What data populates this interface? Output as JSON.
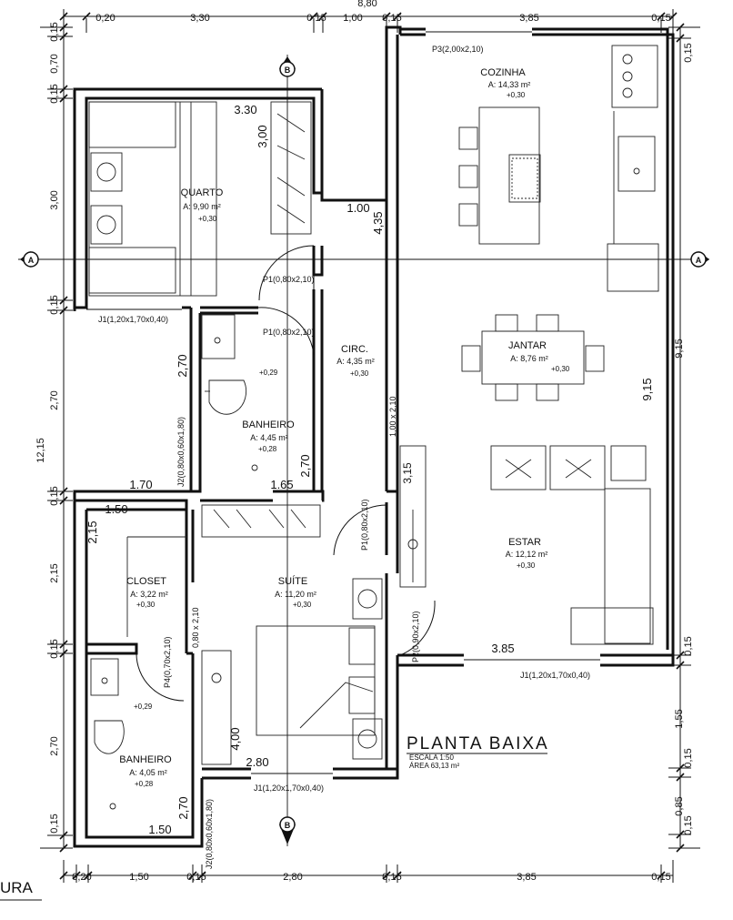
{
  "overall": {
    "top": "8,80",
    "left": "12,15"
  },
  "top_dims": [
    "0,20",
    "3,30",
    "0,15",
    "1,00",
    "0,15",
    "3,85",
    "0,15"
  ],
  "bottom_dims": [
    "0,20",
    "1,50",
    "0,15",
    "2,80",
    "0,15",
    "3,85",
    "0,15"
  ],
  "left_dims": [
    "0,15",
    "0,70",
    "0,15",
    "3,00",
    "0,15",
    "2,70",
    "0,15",
    "2,15",
    "0,15",
    "2,70",
    "0,15"
  ],
  "right_dims": [
    "0,15",
    "9,15",
    "0,15",
    "1,55",
    "0,15",
    "0,85",
    "0,15"
  ],
  "inner_dims": {
    "quarto_w": "3.30",
    "quarto_h": "3,00",
    "circ_w": "1.00",
    "circ_h": "4,35",
    "ban1_h": "2,70",
    "ban1_w": "1.65",
    "ban1_h2": "2,70",
    "left_170": "1.70",
    "closet_w": "1.50",
    "closet_h": "2,15",
    "suite_h": "4,00",
    "suite_w": "2.80",
    "ban2_w": "1.50",
    "ban2_h": "2,70",
    "estar_w": "3.85",
    "estar_h": "9,15",
    "circ_p": "3,15"
  },
  "rooms": [
    {
      "name": "QUARTO",
      "area": "A: 9,90 m²",
      "level": "+0,30"
    },
    {
      "name": "COZINHA",
      "area": "A: 14,33 m²",
      "level": "+0,30"
    },
    {
      "name": "CIRC.",
      "area": "A: 4,35 m²",
      "level": "+0,30"
    },
    {
      "name": "JANTAR",
      "area": "A: 8,76 m²",
      "level": "+0,30"
    },
    {
      "name": "BANHEIRO",
      "area": "A: 4,45 m²",
      "level": "+0,28"
    },
    {
      "name": "ESTAR",
      "area": "A: 12,12 m²",
      "level": "+0,30"
    },
    {
      "name": "CLOSET",
      "area": "A: 3,22 m²",
      "level": "+0,30"
    },
    {
      "name": "SUÍTE",
      "area": "A: 11,20 m²",
      "level": "+0,30"
    },
    {
      "name": "BANHEIRO",
      "area": "A: 4,05 m²",
      "level": "+0,28"
    }
  ],
  "sanitary_levels": {
    "ban1": "+0,29",
    "ban2": "+0,29"
  },
  "openings": {
    "p3": "P3(2,00x2,10)",
    "p1a": "P1(0,80x2,10)",
    "p1b": "P1(0,80x2,10)",
    "p1c": "P1(0,80x2,10)",
    "p2": "P2(0,90x2,10)",
    "p4": "P4(0,70x2,10)",
    "j1_quarto": "J1(1,20x1,70x0,40)",
    "j1_estar": "J1(1,20x1,70x0,40)",
    "j1_suite": "J1(1,20x1,70x0,40)",
    "j2_ban1": "J2(0,80x0,60x1,80)",
    "j2_ban2": "J2(0,80x0,60x1,80)",
    "pass_circ": "1,00 x 2,10",
    "pass_suite": "0,80 x 2,10"
  },
  "section_markers": {
    "a": "A",
    "b": "B"
  },
  "title": {
    "main": "PLANTA BAIXA",
    "scale": "ESCALA 1:50",
    "area": "ÁREA 63,13 m²"
  },
  "corner_label": "URA"
}
